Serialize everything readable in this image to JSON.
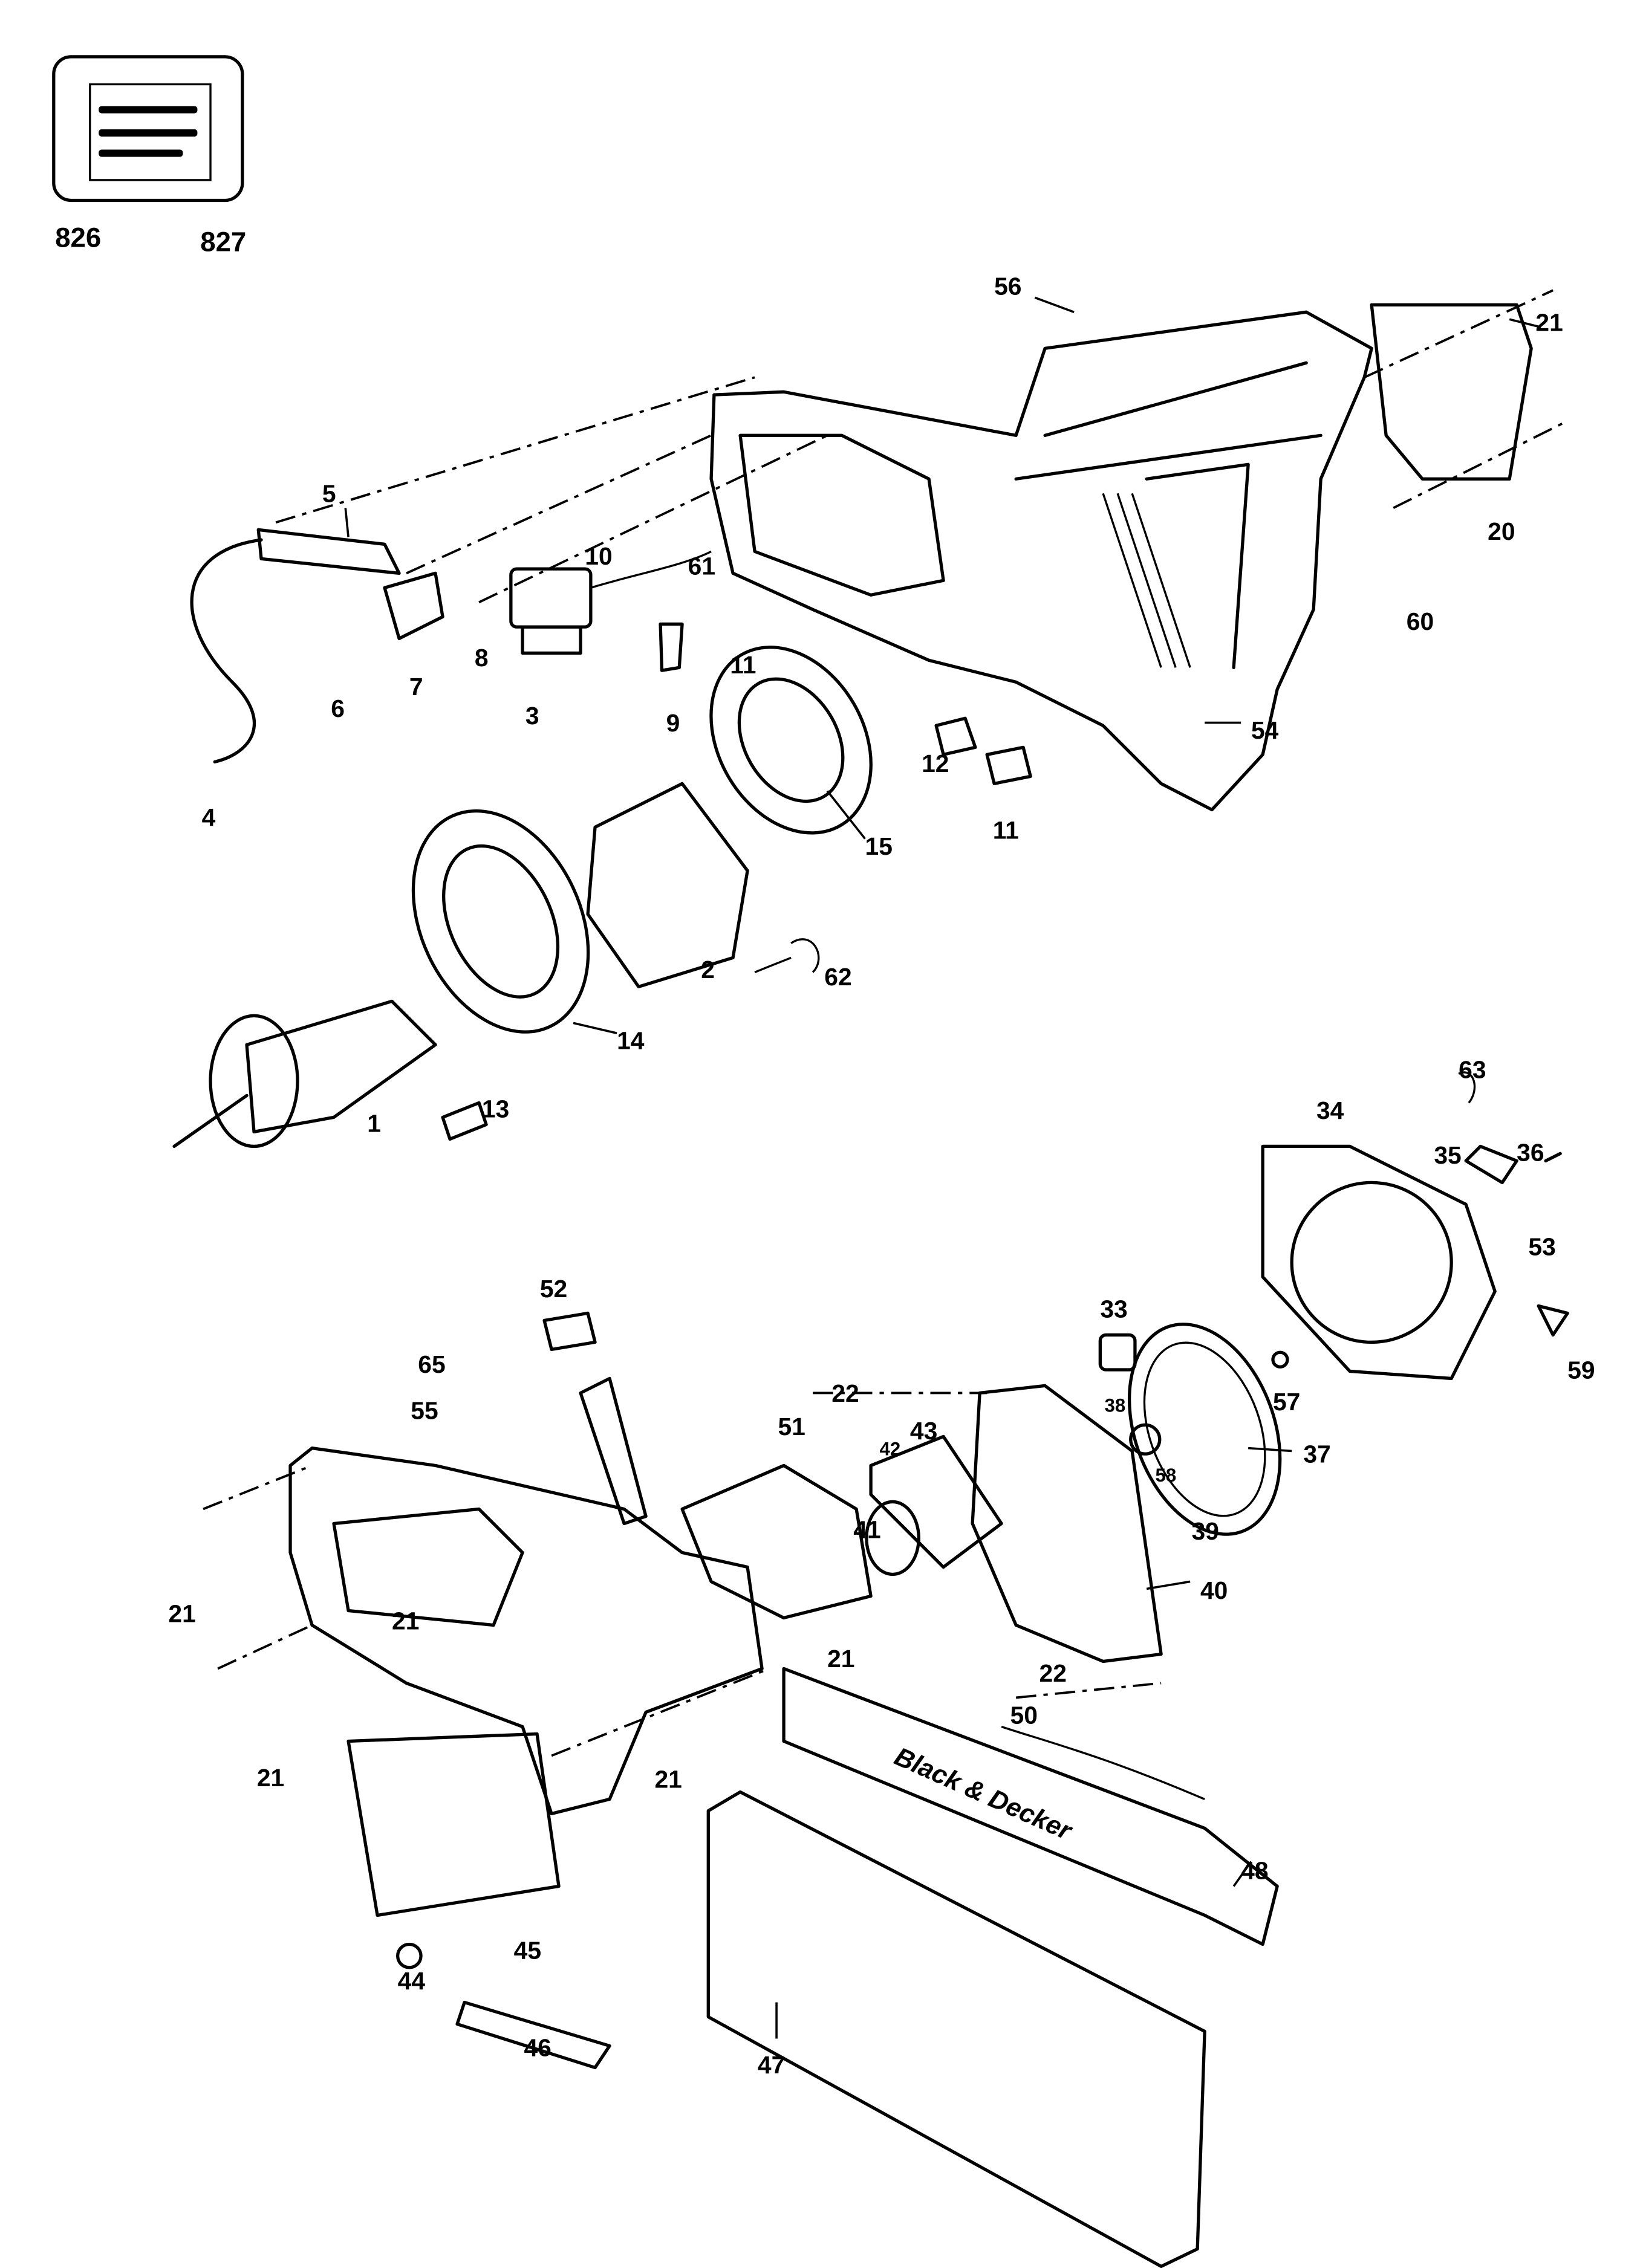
{
  "title": "Chainsaw exploded parts diagram",
  "label_box": {
    "part_numbers": [
      "826",
      "827"
    ]
  },
  "bar_logo": "Black & Decker",
  "callouts": [
    "56",
    "21",
    "5",
    "10",
    "61",
    "20",
    "60",
    "8",
    "7",
    "6",
    "3",
    "9",
    "11",
    "12",
    "54",
    "11",
    "15",
    "4",
    "62",
    "2",
    "14",
    "13",
    "1",
    "63",
    "34",
    "35",
    "36",
    "53",
    "52",
    "33",
    "65",
    "57",
    "59",
    "22",
    "55",
    "38",
    "42",
    "43",
    "51",
    "37",
    "58",
    "39",
    "41",
    "40",
    "21",
    "21",
    "21",
    "22",
    "50",
    "21",
    "21",
    "48",
    "45",
    "44",
    "46",
    "47"
  ]
}
